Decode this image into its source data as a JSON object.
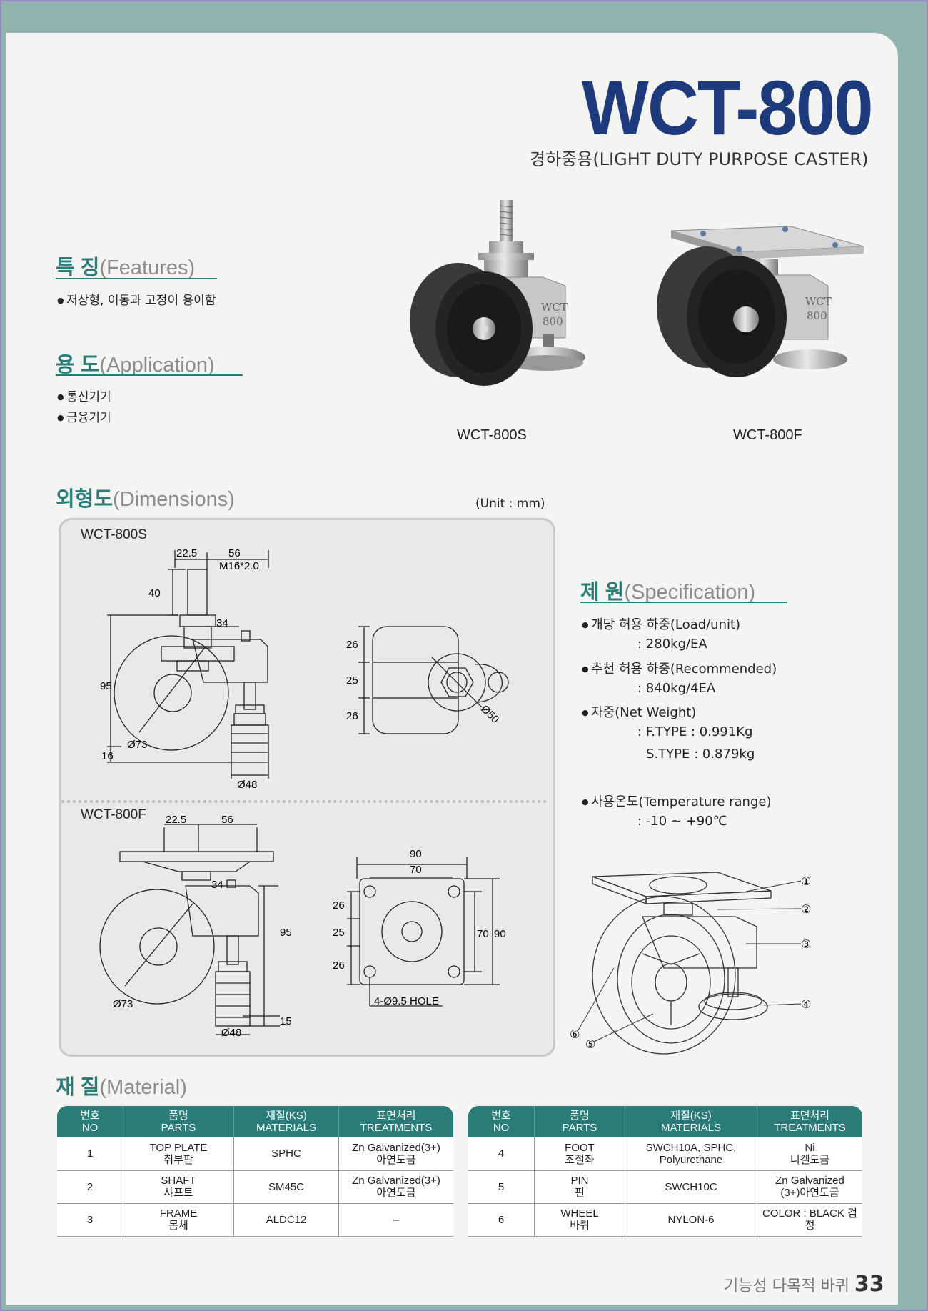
{
  "header": {
    "title": "WCT-800",
    "subtitle": "경하중용(LIGHT DUTY PURPOSE CASTER)"
  },
  "features": {
    "heading_ko": "특 징",
    "heading_en": "(Features)",
    "items": [
      "저상형, 이동과 고정이 용이함"
    ]
  },
  "application": {
    "heading_ko": "용 도",
    "heading_en": "(Application)",
    "items": [
      "통신기기",
      "금융기기"
    ]
  },
  "photos": {
    "left_caption": "WCT-800S",
    "right_caption": "WCT-800F",
    "body_mark_1": "WCT",
    "body_mark_2": "800"
  },
  "dimensions": {
    "heading_ko": "외형도",
    "heading_en": "(Dimensions)",
    "unit": "(Unit : mm)",
    "s_drawing": {
      "label": "WCT-800S",
      "dims": {
        "d22_5": "22.5",
        "d56": "56",
        "thread": "M16*2.0",
        "d40": "40",
        "d34": "34",
        "d95": "95",
        "d73": "Ø73",
        "d16": "16",
        "d48": "Ø48",
        "v26a": "26",
        "v25": "25",
        "v26b": "26",
        "d50": "Ø50"
      }
    },
    "f_drawing": {
      "label": "WCT-800F",
      "dims": {
        "d22_5": "22.5",
        "d56": "56",
        "d34": "34",
        "d95": "95",
        "d73": "Ø73",
        "d15": "15",
        "d48": "Ø48",
        "d90": "90",
        "d70": "70",
        "v26a": "26",
        "v25": "25",
        "v26b": "26",
        "r70": "70",
        "r90": "90",
        "hole": "4-Ø9.5 HOLE"
      }
    }
  },
  "specification": {
    "heading_ko": "제 원",
    "heading_en": "(Specification)",
    "load_label": "개당 허용 하중(Load/unit)",
    "load_value": ": 280kg/EA",
    "rec_label": "추천 허용 하중(Recommended)",
    "rec_value": ": 840kg/4EA",
    "weight_label": "자중(Net Weight)",
    "weight_f": ": F.TYPE : 0.991Kg",
    "weight_s": "S.TYPE : 0.879kg",
    "temp_label": "사용온도(Temperature range)",
    "temp_value": ": -10 ~ +90℃"
  },
  "exploded": {
    "callouts": [
      "①",
      "②",
      "③",
      "④",
      "⑤",
      "⑥"
    ]
  },
  "material": {
    "heading_ko": "재 질",
    "heading_en": "(Material)",
    "columns": [
      {
        "ko": "번호",
        "en": "NO"
      },
      {
        "ko": "품명",
        "en": "PARTS"
      },
      {
        "ko": "재질(KS)",
        "en": "MATERIALS"
      },
      {
        "ko": "표면처리",
        "en": "TREATMENTS"
      }
    ],
    "rows_left": [
      {
        "no": "1",
        "part_en": "TOP PLATE",
        "part_ko": "취부판",
        "material": "SPHC",
        "treat_1": "Zn Galvanized(3+)",
        "treat_2": "아연도금"
      },
      {
        "no": "2",
        "part_en": "SHAFT",
        "part_ko": "샤프트",
        "material": "SM45C",
        "treat_1": "Zn Galvanized(3+)",
        "treat_2": "아연도금"
      },
      {
        "no": "3",
        "part_en": "FRAME",
        "part_ko": "몸체",
        "material": "ALDC12",
        "treat_1": "–",
        "treat_2": ""
      }
    ],
    "rows_right": [
      {
        "no": "4",
        "part_en": "FOOT",
        "part_ko": "조절좌",
        "material_1": "SWCH10A, SPHC,",
        "material_2": "Polyurethane",
        "treat_1": "Ni",
        "treat_2": "니켈도금"
      },
      {
        "no": "5",
        "part_en": "PIN",
        "part_ko": "핀",
        "material_1": "SWCH10C",
        "material_2": "",
        "treat_1": "Zn Galvanized",
        "treat_2": "(3+)아연도금"
      },
      {
        "no": "6",
        "part_en": "WHEEL",
        "part_ko": "바퀴",
        "material_1": "NYLON-6",
        "material_2": "",
        "treat_1": "COLOR : BLACK 검정",
        "treat_2": ""
      }
    ]
  },
  "footer": {
    "text": "기능성 다목적 바퀴",
    "page": "33"
  }
}
